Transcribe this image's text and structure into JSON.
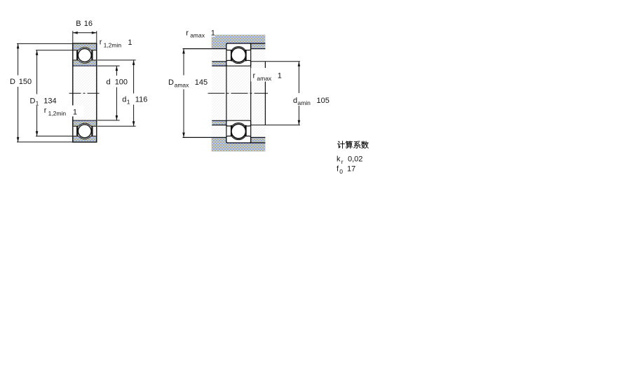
{
  "figure": {
    "description": "bearing dimension drawing with two cross-section views and calculation factors",
    "background": "#ffffff"
  },
  "colors": {
    "line": "#111111",
    "section_fill_average": "#aebfd0",
    "dither_mint": "#b2d6c9",
    "dither_purple": "#a3a0da",
    "dither_blue": "#b0cff4",
    "dither_tan": "#c4a58c",
    "hatch": "#f2f2f2",
    "text": "#111111",
    "white": "#ffffff"
  },
  "cross_section_view": {
    "dim_B": {
      "label": "B",
      "sub": "",
      "value": "16"
    },
    "dim_D": {
      "label": "D",
      "sub": "",
      "value": "150"
    },
    "dim_D1": {
      "label": "D",
      "sub": "1",
      "value": "134"
    },
    "dim_d": {
      "label": "d",
      "sub": "",
      "value": "100"
    },
    "dim_d1": {
      "label": "d",
      "sub": "1",
      "value": "116"
    },
    "dim_r_top": {
      "label": "r",
      "sub": "1,2min",
      "value": "1"
    },
    "dim_r_low": {
      "label": "r",
      "sub": "1,2min",
      "value": "1"
    }
  },
  "mounting_view": {
    "dim_ra_top": {
      "label": "r",
      "sub": "amax",
      "value": "1"
    },
    "dim_ra_mid": {
      "label": "r",
      "sub": "amax",
      "value": "1"
    },
    "dim_Da": {
      "label": "D",
      "sub": "amax",
      "value": "145"
    },
    "dim_da": {
      "label": "d",
      "sub": "amin",
      "value": "105"
    }
  },
  "calculation_factors": {
    "heading": "计算系数",
    "kr": {
      "label": "k",
      "sub": "r",
      "value": "0,02"
    },
    "f0": {
      "label": "f",
      "sub": "0",
      "value": "17"
    }
  }
}
